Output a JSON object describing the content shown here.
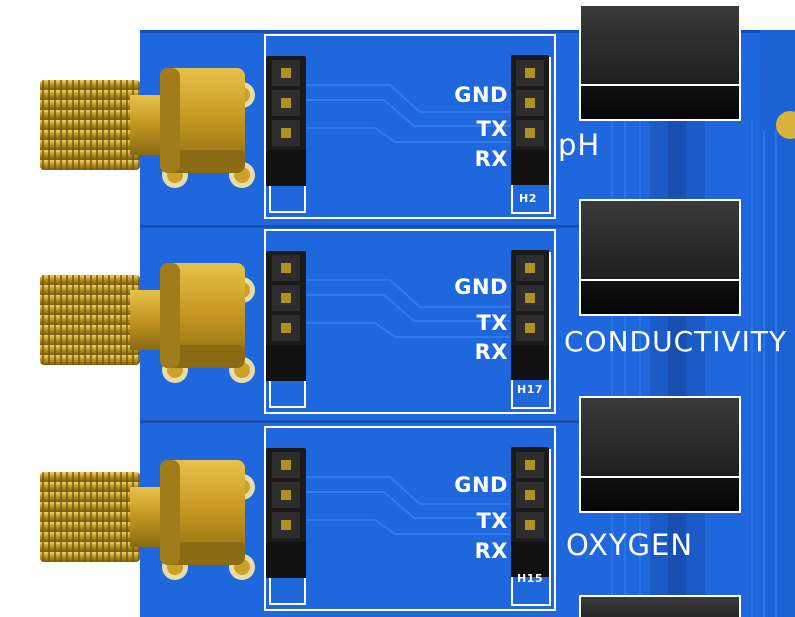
{
  "colors": {
    "board": "#1f67dc",
    "board_edge": "#1550b8",
    "trace": "#2e7af0",
    "silkscreen": "#ffffff",
    "gold": "#c9a227",
    "header_body": "#1a1a1a",
    "relay_body": "#2a2a2a"
  },
  "pin_labels": {
    "gnd": "GND",
    "tx": "TX",
    "rx": "RX"
  },
  "channels": [
    {
      "sensor": "pH",
      "header": "H2"
    },
    {
      "sensor": "CONDUCTIVITY",
      "header": "H17"
    },
    {
      "sensor": "OXYGEN",
      "header": "H15"
    }
  ]
}
